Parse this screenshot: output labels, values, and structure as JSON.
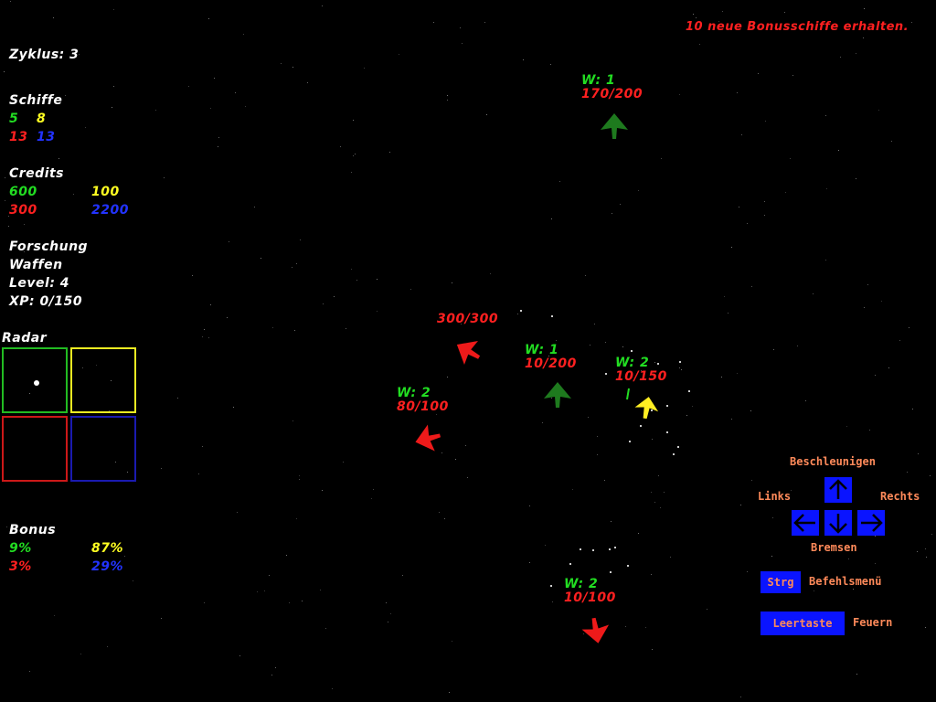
{
  "message": "10 neue Bonusschiffe erhalten.",
  "zyklus_label": "Zyklus: 3",
  "schiffe": {
    "label": "Schiffe",
    "green": "5",
    "yellow": "8",
    "red": "13",
    "blue": "13"
  },
  "credits": {
    "label": "Credits",
    "green": "600",
    "yellow": "100",
    "red": "300",
    "blue": "2200"
  },
  "forschung": {
    "label": "Forschung",
    "type": "Waffen",
    "level": "Level: 4",
    "xp": "XP: 0/150"
  },
  "radar": {
    "label": "Radar"
  },
  "bonus": {
    "label": "Bonus",
    "green": "9%",
    "yellow": "87%",
    "red": "3%",
    "blue": "29%"
  },
  "ships": [
    {
      "w": "W: 1",
      "hp": "170/200",
      "color": "#1e7a1e"
    },
    {
      "w": "",
      "hp": "300/300",
      "color": "#ee1a1a"
    },
    {
      "w": "W: 1",
      "hp": "10/200",
      "color": "#1e7a1e"
    },
    {
      "w": "W: 2",
      "hp": "10/150",
      "color": "#ffee22"
    },
    {
      "w": "W: 2",
      "hp": "80/100",
      "color": "#ee1a1a"
    },
    {
      "w": "W: 2",
      "hp": "10/100",
      "color": "#ee1a1a"
    }
  ],
  "controls": {
    "accelerate": "Beschleunigen",
    "left": "Links",
    "right": "Rechts",
    "brake": "Bremsen",
    "ctrl_key": "Strg",
    "command_menu": "Befehlsmenü",
    "space_key": "Leertaste",
    "fire": "Feuern"
  },
  "colors": {
    "player_green": "#22dd22",
    "player_yellow": "#ffff22",
    "player_red": "#ff2020",
    "player_blue": "#2233ff",
    "button": "#0a14ff",
    "hint_text": "#ff8a5a"
  }
}
